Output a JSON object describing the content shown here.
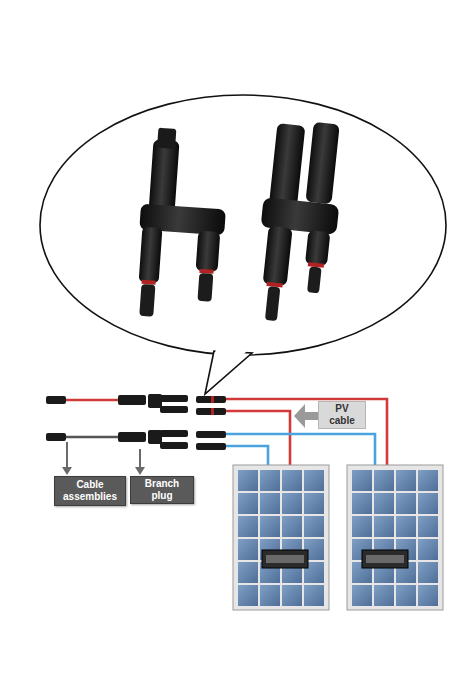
{
  "diagram": {
    "nodes": [
      {
        "text": [
          "PV cable"
        ]
      },
      {
        "text": [
          "Cable assemblies"
        ]
      },
      {
        "text": [
          "Branch plug"
        ]
      }
    ]
  }
}
